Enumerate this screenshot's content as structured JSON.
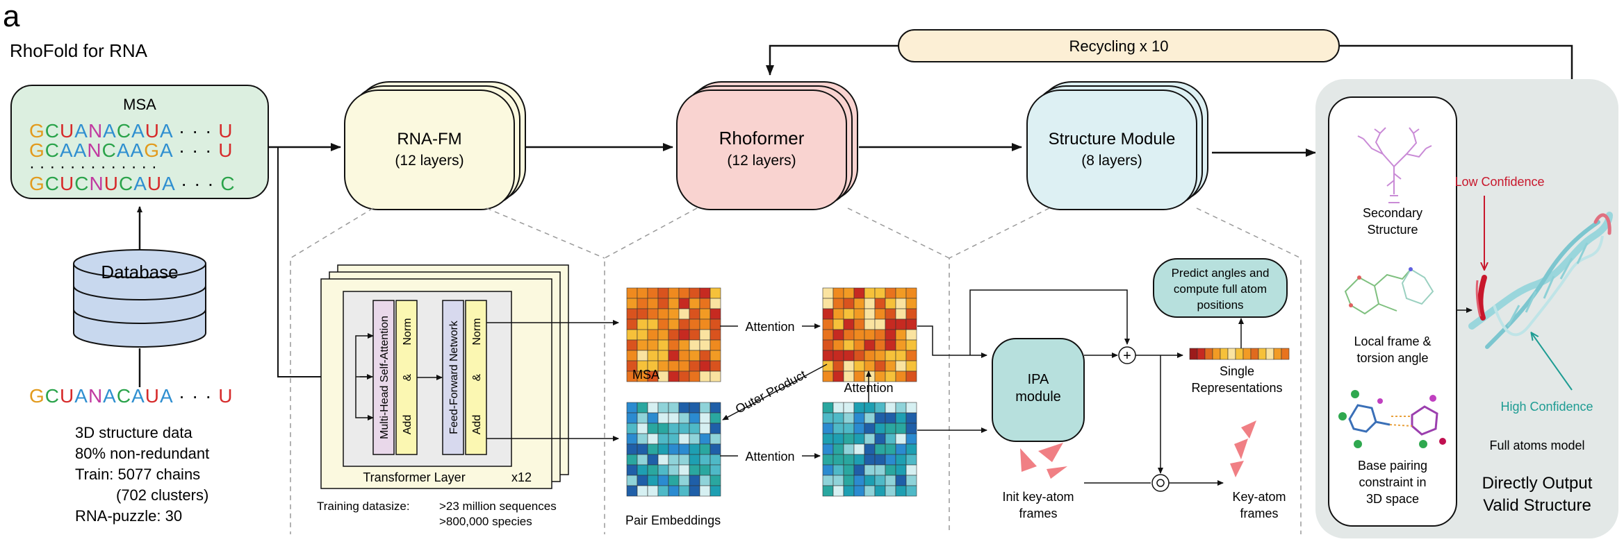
{
  "panel_letter": "a",
  "title": "RhoFold for RNA",
  "recycling": "Recycling x 10",
  "msa_box": {
    "title": "MSA",
    "rows": [
      {
        "seq": "GCUANACAUA",
        "end": "U"
      },
      {
        "seq": "GCAANCAAGA",
        "end": "U"
      },
      {
        "seq": "GCUCNUCAUA",
        "end": "C"
      }
    ],
    "gap": "· · ·",
    "dots_row": "· · · · · · · · · · · · ·"
  },
  "database": {
    "label": "Database"
  },
  "query": {
    "seq": "GCUANACAUA",
    "gap": "· · ·",
    "end": "U"
  },
  "data_stats": [
    "3D structure data",
    "80% non-redundant",
    "Train: 5077 chains",
    "(702 clusters)",
    "RNA-puzzle: 30"
  ],
  "rnafm": {
    "title": "RNA-FM",
    "sub": "(12 layers)"
  },
  "rhoformer": {
    "title": "Rhoformer",
    "sub": "(12 layers)"
  },
  "structure_module": {
    "title": "Structure Module",
    "sub": "(8 layers)"
  },
  "transformer": {
    "mhsa": "Multi-Head Self-Attention",
    "ffn": "Feed-Forward Network",
    "add": "Add",
    "amp": "&",
    "norm": "Norm",
    "layer_label": "Transformer Layer",
    "repeat": "x12",
    "training_label": "Training datasize:",
    "training_lines": [
      ">23 million sequences",
      ">800,000 species"
    ]
  },
  "rhoformer_detail": {
    "attention": "Attention",
    "outer_product": "Outer Product",
    "msa_label": "MSA",
    "pair_label": "Pair Embeddings"
  },
  "structure_detail": {
    "ipa_line1": "IPA",
    "ipa_line2": "module",
    "predict_lines": [
      "Predict angles and",
      "compute full atom",
      "positions"
    ],
    "single_lines": [
      "Single",
      "Representations"
    ],
    "init_lines": [
      "Init key-atom",
      "frames"
    ],
    "key_lines": [
      "Key-atom",
      "frames"
    ],
    "plus": "+",
    "circle_op": "○"
  },
  "output_panel": {
    "secondary": [
      "Secondary",
      "Structure"
    ],
    "local": [
      "Local frame &",
      "torsion angle"
    ],
    "basepair": [
      "Base pairing",
      "constraint in",
      "3D space"
    ],
    "low_conf": "Low Confidence",
    "high_conf": "High Confidence",
    "full_atoms": "Full atoms model",
    "direct": [
      "Directly Output",
      "Valid Structure"
    ]
  },
  "colors": {
    "A": "#2f8fd0",
    "C": "#2aa34a",
    "G": "#e29a1c",
    "U": "#d62b2b",
    "N": "#c13aa0",
    "rnafm_fill": "#fbf9df",
    "rhoformer_fill": "#f9d3d0",
    "structure_fill": "#ddf0f3",
    "msa_fill": "#dcefe0",
    "recycling_fill": "#fcefd5",
    "teal_box": "#b7e0dd",
    "panel_gray": "#e3e8e7",
    "low_conf": "#c8172c",
    "high_conf": "#1e9c93"
  }
}
